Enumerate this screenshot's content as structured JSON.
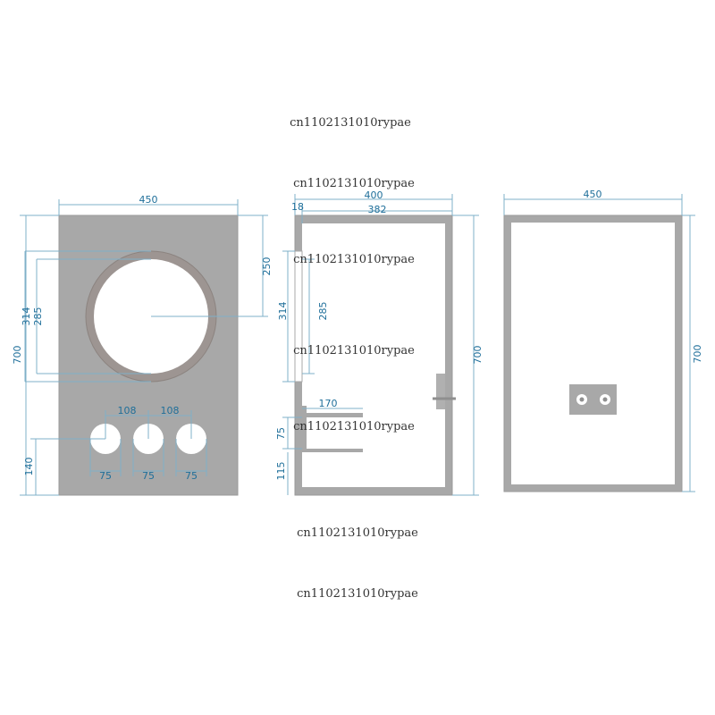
{
  "watermark": "cn1102131010rypae",
  "front_view": {
    "width": "450",
    "height": "700",
    "top_to_circle": "250",
    "circle_outer": "314",
    "circle_inner": "285",
    "button_pitch_1": "108",
    "button_pitch_2": "108",
    "button_bottom": "140",
    "button_dia_1": "75",
    "button_dia_2": "75",
    "button_dia_3": "75"
  },
  "side_view": {
    "overall_depth": "400",
    "wall": "18",
    "inner_depth": "382",
    "circle_outer": "314",
    "circle_inner": "285",
    "shelf_depth": "170",
    "shelf_gap": "75",
    "shelf_height": "115",
    "height": "700"
  },
  "back_view": {
    "width": "450",
    "height": "700"
  },
  "colors": {
    "panel": "#a7a7a7",
    "dimension_text": "#1f6f9a",
    "dimension_line": "#7fb0c8"
  }
}
